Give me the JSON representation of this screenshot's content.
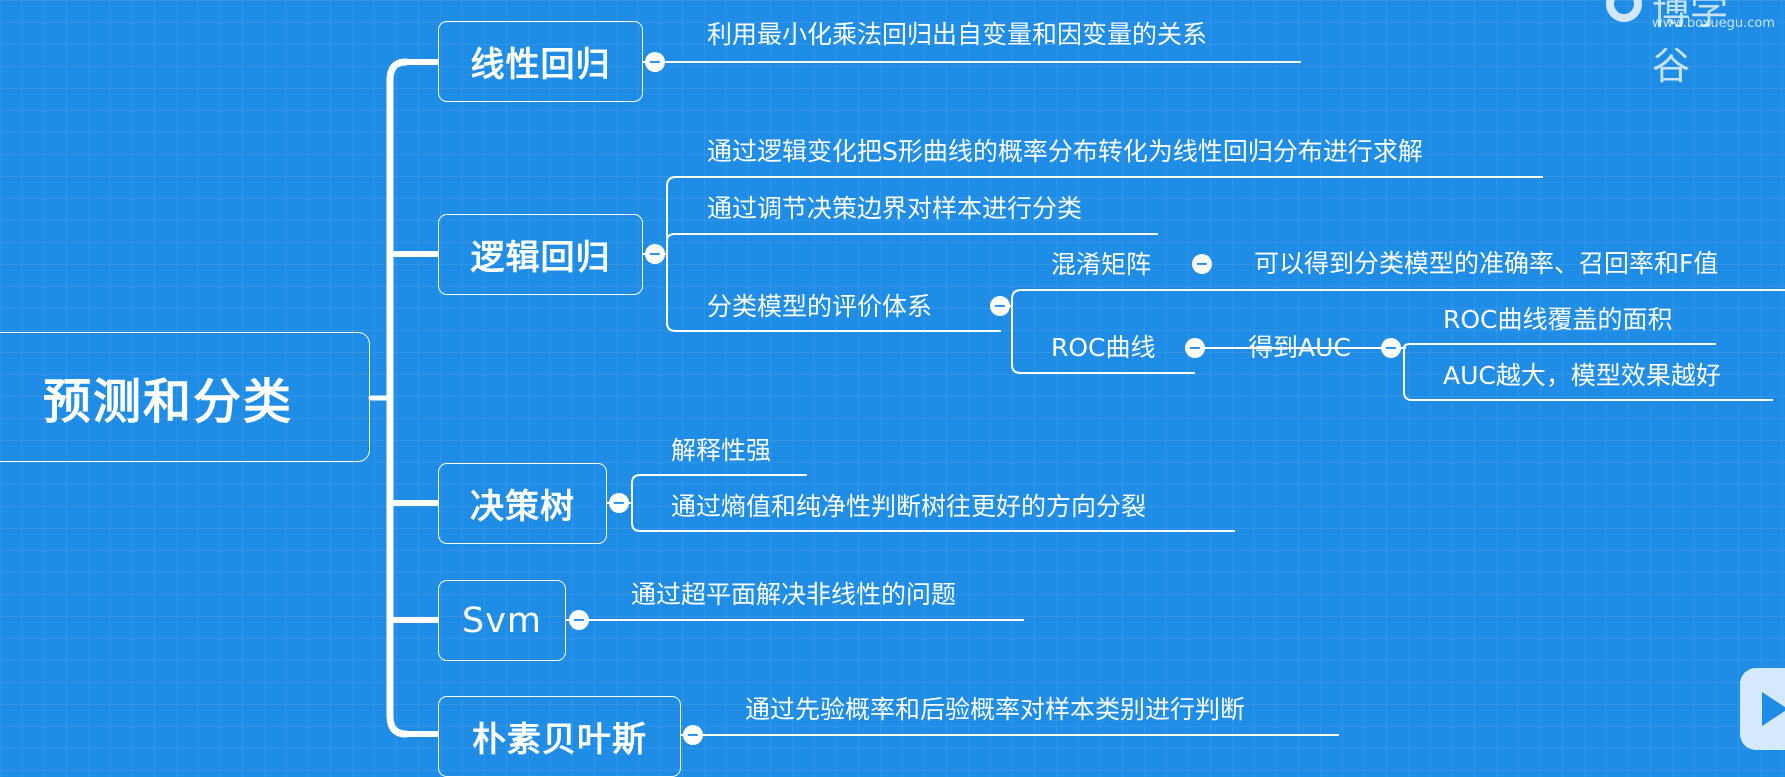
{
  "root": {
    "label": "预测和分类"
  },
  "branches": {
    "linear": {
      "label": "线性回归",
      "children": [
        "利用最小化乘法回归出自变量和因变量的关系"
      ]
    },
    "logistic": {
      "label": "逻辑回归",
      "children": [
        "通过逻辑变化把S形曲线的概率分布转化为线性回归分布进行求解",
        "通过调节决策边界对样本进行分类",
        "分类模型的评价体系"
      ],
      "eval": {
        "confusion": {
          "label": "混淆矩阵",
          "desc": "可以得到分类模型的准确率、召回率和F值"
        },
        "roc": {
          "label": "ROC曲线",
          "auc": "得到AUC",
          "auc_children": [
            "ROC曲线覆盖的面积",
            "AUC越大，模型效果越好"
          ]
        }
      }
    },
    "tree": {
      "label": "决策树",
      "children": [
        "解释性强",
        "通过熵值和纯净性判断树往更好的方向分裂"
      ]
    },
    "svm": {
      "label": "Svm",
      "children": [
        "通过超平面解决非线性的问题"
      ]
    },
    "bayes": {
      "label": "朴素贝叶斯",
      "children": [
        "通过先验概率和后验概率对样本类别进行判断"
      ]
    }
  },
  "collapse_glyph": "−",
  "watermark": {
    "brand": "博学谷",
    "url": "www.boxuegu.com"
  },
  "colors": {
    "background": "#1f8de6",
    "line": "#ffffff"
  }
}
